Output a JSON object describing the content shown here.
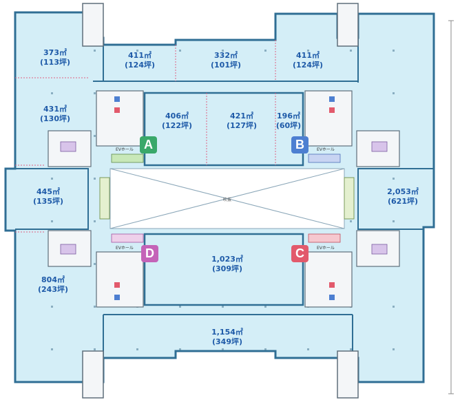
{
  "colors": {
    "floor": "#d4eef7",
    "wall": "#2f6e94",
    "text": "#1e5aa8",
    "core": "#f4f6f8",
    "badge_a": "#39a86a",
    "badge_b": "#4d7fd1",
    "badge_c": "#e25a6c",
    "badge_d": "#c463b8"
  },
  "areas": [
    {
      "id": "nw",
      "sqm": "373㎡",
      "tsubo": "(113坪)"
    },
    {
      "id": "n-left",
      "sqm": "411㎡",
      "tsubo": "(124坪)"
    },
    {
      "id": "n-center",
      "sqm": "332㎡",
      "tsubo": "(101坪)"
    },
    {
      "id": "n-right",
      "sqm": "411㎡",
      "tsubo": "(124坪)"
    },
    {
      "id": "w-upper",
      "sqm": "431㎡",
      "tsubo": "(130坪)"
    },
    {
      "id": "center-left",
      "sqm": "406㎡",
      "tsubo": "(122坪)"
    },
    {
      "id": "center-mid",
      "sqm": "421㎡",
      "tsubo": "(127坪)"
    },
    {
      "id": "center-right",
      "sqm": "196㎡",
      "tsubo": "(60坪)"
    },
    {
      "id": "west",
      "sqm": "445㎡",
      "tsubo": "(135坪)"
    },
    {
      "id": "east",
      "sqm": "2,053㎡",
      "tsubo": "(621坪)"
    },
    {
      "id": "center-south",
      "sqm": "1,023㎡",
      "tsubo": "(309坪)"
    },
    {
      "id": "sw",
      "sqm": "804㎡",
      "tsubo": "(243坪)"
    },
    {
      "id": "south",
      "sqm": "1,154㎡",
      "tsubo": "(349坪)"
    }
  ],
  "cores": [
    {
      "id": "a",
      "letter": "A",
      "ev_hall": "EVホール"
    },
    {
      "id": "b",
      "letter": "B",
      "ev_hall": "EVホール"
    },
    {
      "id": "c",
      "letter": "C",
      "ev_hall": "EVホール"
    },
    {
      "id": "d",
      "letter": "D",
      "ev_hall": "EVホール"
    }
  ],
  "atrium_label": "吹抜"
}
